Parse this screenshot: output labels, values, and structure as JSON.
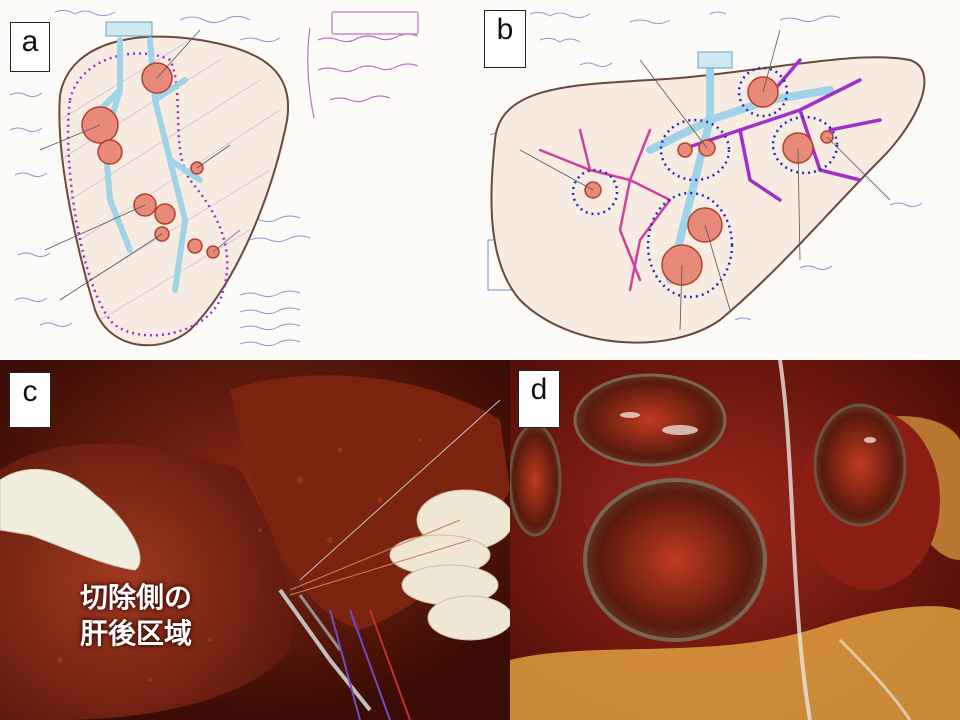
{
  "panels": [
    {
      "id": "a",
      "label": "a"
    },
    {
      "id": "b",
      "label": "b"
    },
    {
      "id": "c",
      "label": "c"
    },
    {
      "id": "d",
      "label": "d"
    }
  ],
  "photo_c": {
    "caption": "切除側の\n肝後区域"
  },
  "colors": {
    "tumor": "#e88a7a",
    "vessel_blue": "#9fd3e8",
    "vessel_purple": "#a030c8",
    "dotted_outline": "#2030c0",
    "liver_outline": "#6a4a3a"
  }
}
